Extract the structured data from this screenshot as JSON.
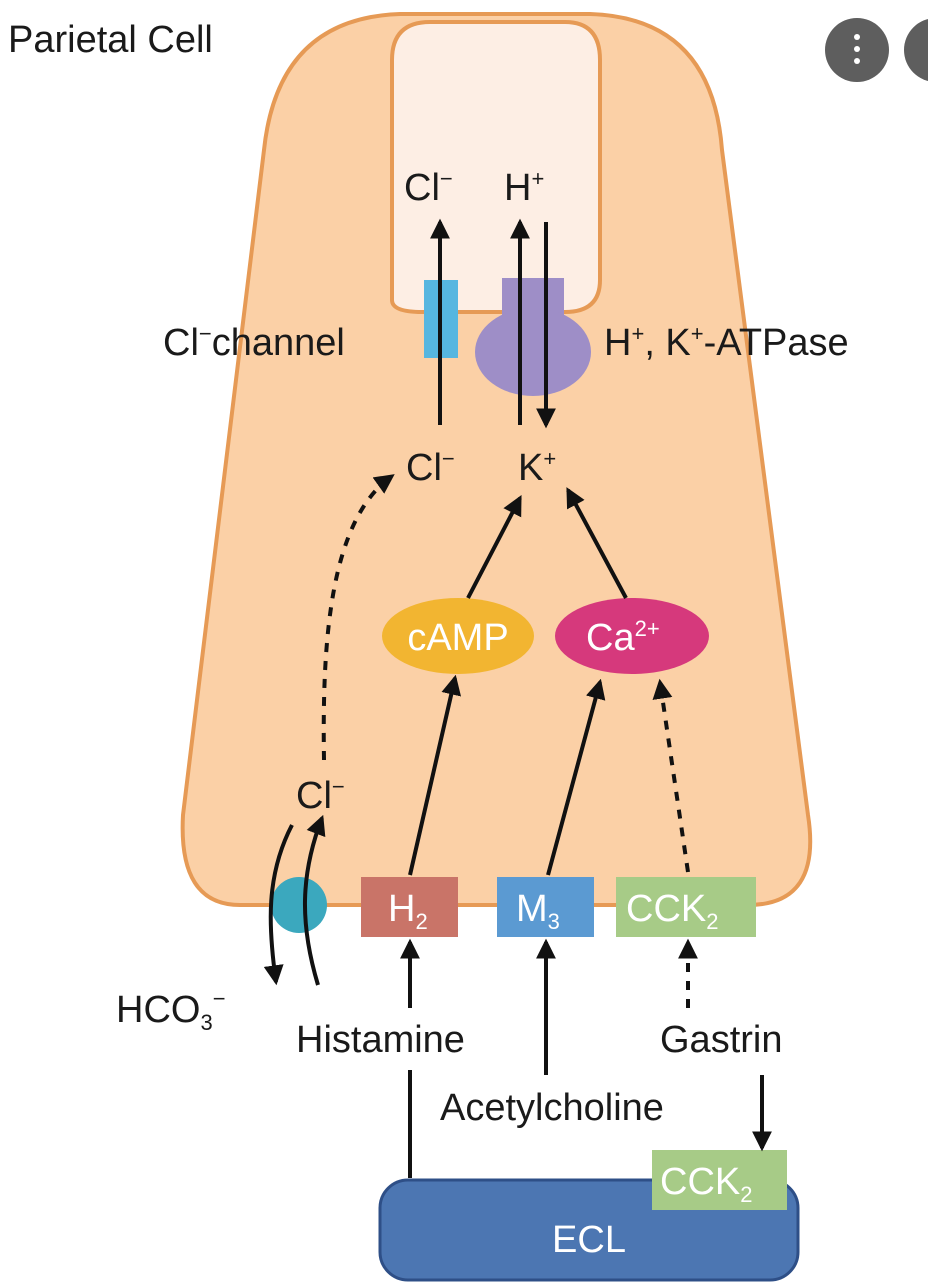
{
  "title": "Parietal Cell",
  "apical": {
    "cl_out": "Cl",
    "cl_out_sup": "−",
    "h_out": "H",
    "h_out_sup": "+"
  },
  "channels": {
    "cl_channel_label_base": "Cl",
    "cl_channel_label_sup": "−",
    "cl_channel_label_rest": "channel",
    "atpase_h": "H",
    "atpase_h_sup": "+",
    "atpase_mid": ", K",
    "atpase_k_sup": "+",
    "atpase_rest": "-ATPase"
  },
  "cytoplasm": {
    "cl_in": "Cl",
    "cl_in_sup": "−",
    "k_in": "K",
    "k_in_sup": "+",
    "cl_lower": "Cl",
    "cl_lower_sup": "−"
  },
  "messengers": {
    "camp": "cAMP",
    "ca_base": "Ca",
    "ca_sup": "2+"
  },
  "receptors": {
    "h2_base": "H",
    "h2_sub": "2",
    "m3_base": "M",
    "m3_sub": "3",
    "cck2_base": "CCK",
    "cck2_sub": "2",
    "ecl_cck2_base": "CCK",
    "ecl_cck2_sub": "2"
  },
  "extracellular": {
    "hco3_base": "HCO",
    "hco3_sub": "3",
    "hco3_sup": "−",
    "histamine": "Histamine",
    "acetylcholine": "Acetylcholine",
    "gastrin": "Gastrin",
    "ecl": "ECL"
  },
  "colors": {
    "cell_fill": "#fbd0a6",
    "cell_stroke": "#e69a55",
    "lumen_fill": "#fdeee4",
    "cl_channel": "#56b6e0",
    "atpase": "#9e8ec7",
    "camp": "#f2b531",
    "ca": "#d6397c",
    "h2": "#c97468",
    "m3": "#5b9ad2",
    "cck2": "#a7cb87",
    "ecl": "#4c76b2",
    "exchanger": "#3ba8be"
  }
}
